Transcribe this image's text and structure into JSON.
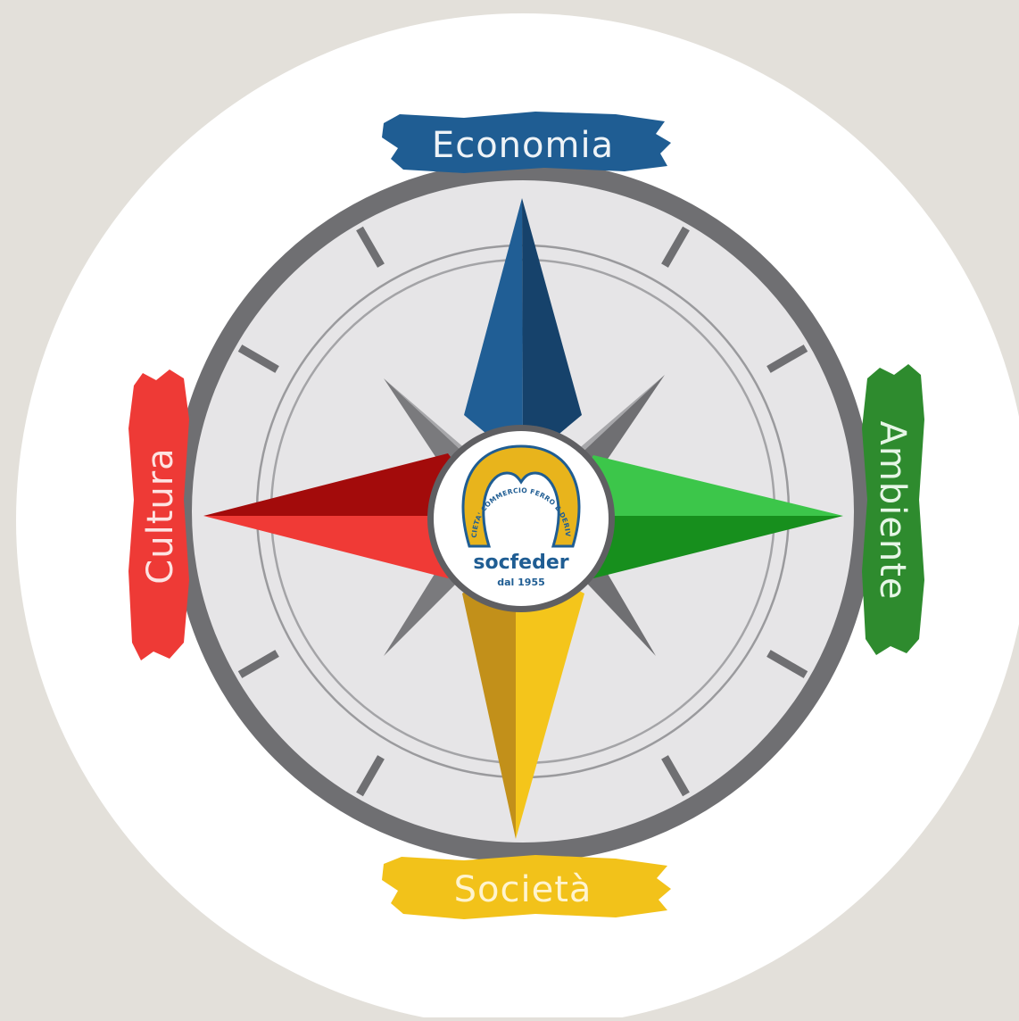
{
  "diagram": {
    "labels": {
      "north": "Economia",
      "east": "Ambiente",
      "south": "Società",
      "west": "Cultura"
    },
    "logo": {
      "arc_text": "SOCIETA' COMMERCIO FERRO E DERIVATI",
      "brand": "socfeder",
      "since": "dal 1955"
    },
    "colors": {
      "background": "#e3e0da",
      "disc": "#ffffff",
      "dial": "#e6e5e7",
      "rim": "#6f6f72",
      "economia": "#1f5d93",
      "ambiente": "#2e8b2e",
      "societa": "#f2c21a",
      "cultura": "#ee3a36",
      "logo_blue": "#1f5d93",
      "logo_gold": "#e8b41c"
    }
  }
}
